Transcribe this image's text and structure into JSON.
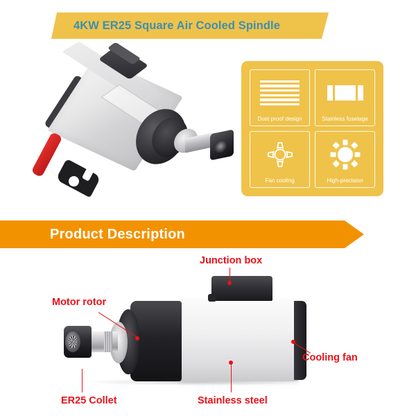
{
  "colors": {
    "yellow": "#efc24a",
    "orange": "#f39200",
    "title_text": "#3f8fb0",
    "callout_red": "#e8121a",
    "background": "#ffffff"
  },
  "header": {
    "title": "4KW ER25 Square Air Cooled Spindle"
  },
  "hero": {
    "alt": "4KW square air cooled spindle with red ER25 wrench",
    "parts": {
      "junction_box": "junction-box",
      "body": "aluminium-square-body",
      "motor_head": "motor-head",
      "shaft": "spindle-shaft",
      "collet_nut": "er25-collet-nut",
      "wrench": "er25-spanner-wrench"
    }
  },
  "features": {
    "items": [
      {
        "label": "Dust proof design",
        "icon": "louvre-bars-icon"
      },
      {
        "label": "Stainless fuselage",
        "icon": "fuselage-segments-icon"
      },
      {
        "label": "Fan cooling",
        "icon": "fan-blades-icon"
      },
      {
        "label": "High-precision",
        "icon": "gear-icon"
      }
    ]
  },
  "section": {
    "title": "Product Description"
  },
  "detail": {
    "alt": "Side view of square air cooled spindle with labelled parts",
    "callouts": [
      {
        "id": "junction-box",
        "label": "Junction box"
      },
      {
        "id": "motor-rotor",
        "label": "Motor rotor"
      },
      {
        "id": "cooling-fan",
        "label": "Cooling fan"
      },
      {
        "id": "er25-collet",
        "label": "ER25 Collet"
      },
      {
        "id": "stainless-steel",
        "label": "Stainless steel"
      }
    ]
  }
}
